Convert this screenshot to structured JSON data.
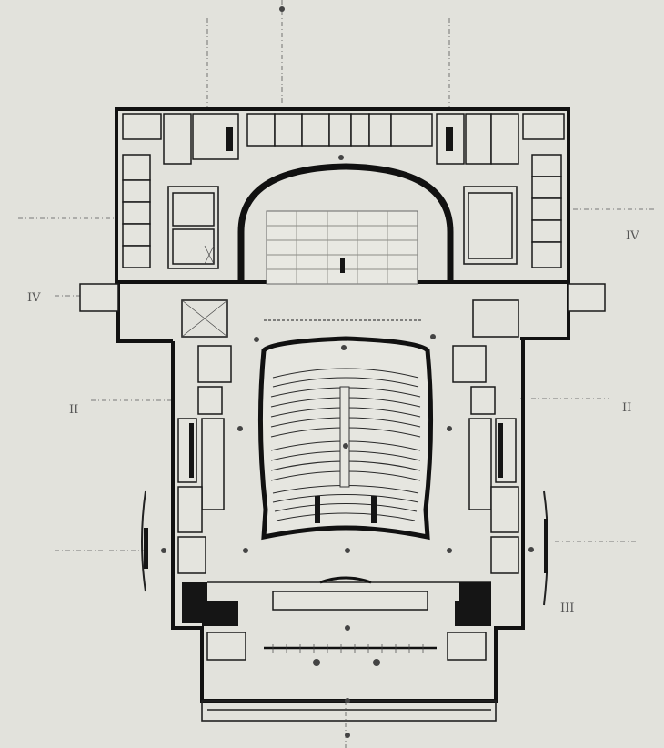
{
  "section_marks": {
    "iv_left": "IV",
    "iv_right": "IV",
    "ii_left": "II",
    "ii_right": "II",
    "iii_right": "III"
  }
}
